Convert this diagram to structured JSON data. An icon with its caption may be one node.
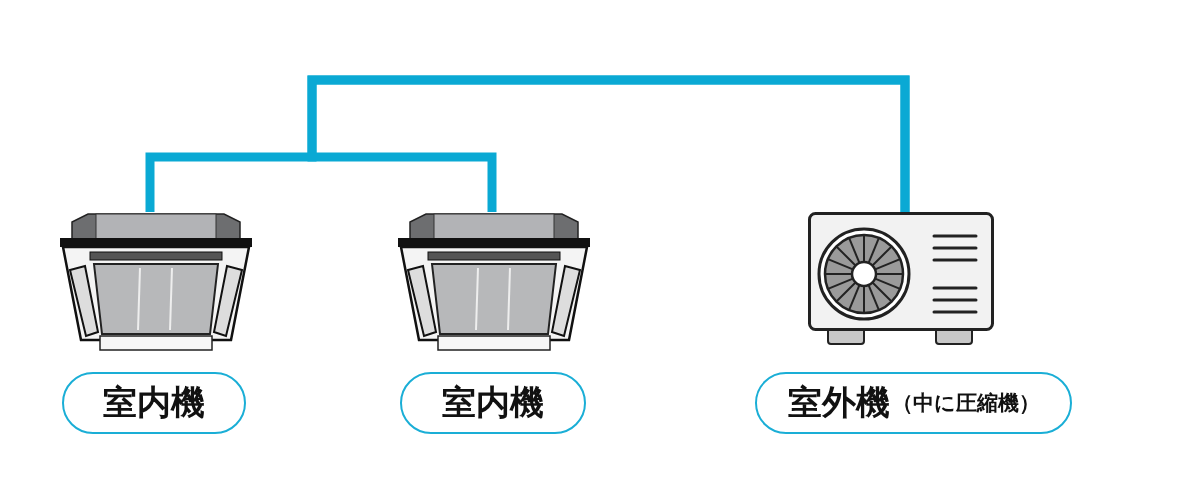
{
  "diagram": {
    "nodes": [
      {
        "text": [],
        "shape": "picture"
      },
      {
        "text": [],
        "shape": "picture"
      },
      {
        "text": [],
        "shape": "picture"
      },
      {
        "text": [
          "室内機"
        ]
      },
      {
        "text": [
          "室内機"
        ]
      },
      {
        "text": [
          "室外機",
          "（中に圧縮機）"
        ]
      }
    ],
    "edges": [
      {
        "from": 0,
        "to": 2,
        "arrow": "none"
      },
      {
        "from": 1,
        "to": 2,
        "arrow": "none"
      }
    ]
  }
}
